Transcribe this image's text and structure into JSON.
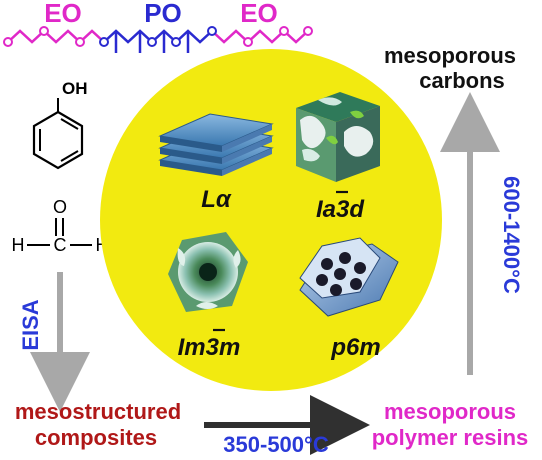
{
  "polymer": {
    "block_left": "EO",
    "block_middle": "PO",
    "block_right": "EO"
  },
  "molecules": {
    "phenol_group": "OH",
    "formaldehyde_o": "O",
    "formaldehyde_h_left": "H",
    "formaldehyde_c": "C",
    "formaldehyde_h_right": "H"
  },
  "mesophases": [
    {
      "label": "Lα"
    },
    {
      "label": "Ia3d"
    },
    {
      "label": "Im3m"
    },
    {
      "label": "p6m"
    }
  ],
  "products": {
    "carbons_line1": "mesoporous",
    "carbons_line2": "carbons",
    "composites_line1": "mesostructured",
    "composites_line2": "composites",
    "resins_line1": "mesoporous",
    "resins_line2": "polymer resins"
  },
  "processes": {
    "eisa": "EISA",
    "pyrolysis_temp": "600-1400°C",
    "curing_temp": "350-500°C"
  },
  "colors": {
    "eo": "#e028c8",
    "po": "#2a2ad0",
    "temperature": "#2a3ad8",
    "circle": "#f2ea10",
    "composites": "#b01818",
    "resins": "#e028c8",
    "arrow_gray": "#a8a8a8",
    "arrow_dark": "#303030"
  }
}
